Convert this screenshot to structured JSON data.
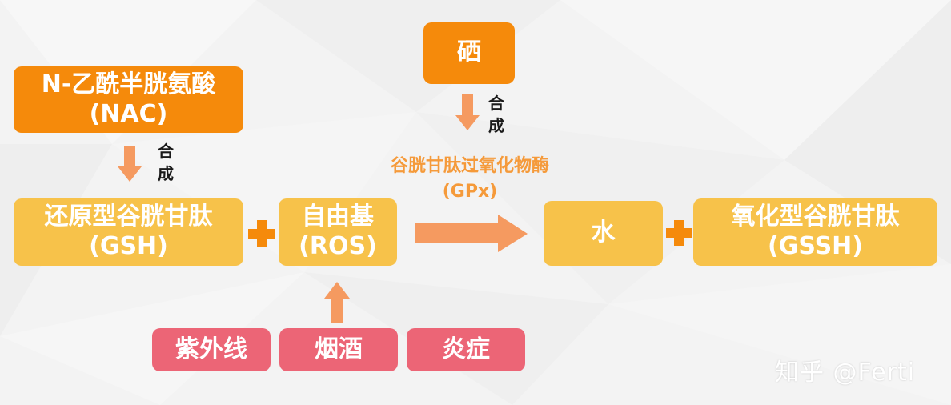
{
  "nodes": {
    "nac": {
      "line1": "N-乙酰半胱氨酸",
      "line2": "(NAC)"
    },
    "selenium": {
      "label": "硒"
    },
    "gsh": {
      "line1": "还原型谷胱甘肽",
      "line2": "(GSH)"
    },
    "ros": {
      "line1": "自由基",
      "line2": "(ROS)"
    },
    "water": {
      "label": "水"
    },
    "gssh": {
      "line1": "氧化型谷胱甘肽",
      "line2": "(GSSH)"
    },
    "uv": {
      "label": "紫外线"
    },
    "smoking_drinking": {
      "label": "烟酒"
    },
    "inflammation": {
      "label": "炎症"
    }
  },
  "annotations": {
    "synthesis_left": "合成",
    "synthesis_top": "合成",
    "enzyme_line1": "谷胱甘肽过氧化物酶",
    "enzyme_line2": "(GPx)"
  },
  "watermark": "知乎 @Ferti",
  "colors": {
    "orange": "#f58a0b",
    "yellow": "#f7c24a",
    "pink": "#ec6576",
    "arrow": "#f59a60",
    "enzyme_text": "#f59a3a"
  }
}
